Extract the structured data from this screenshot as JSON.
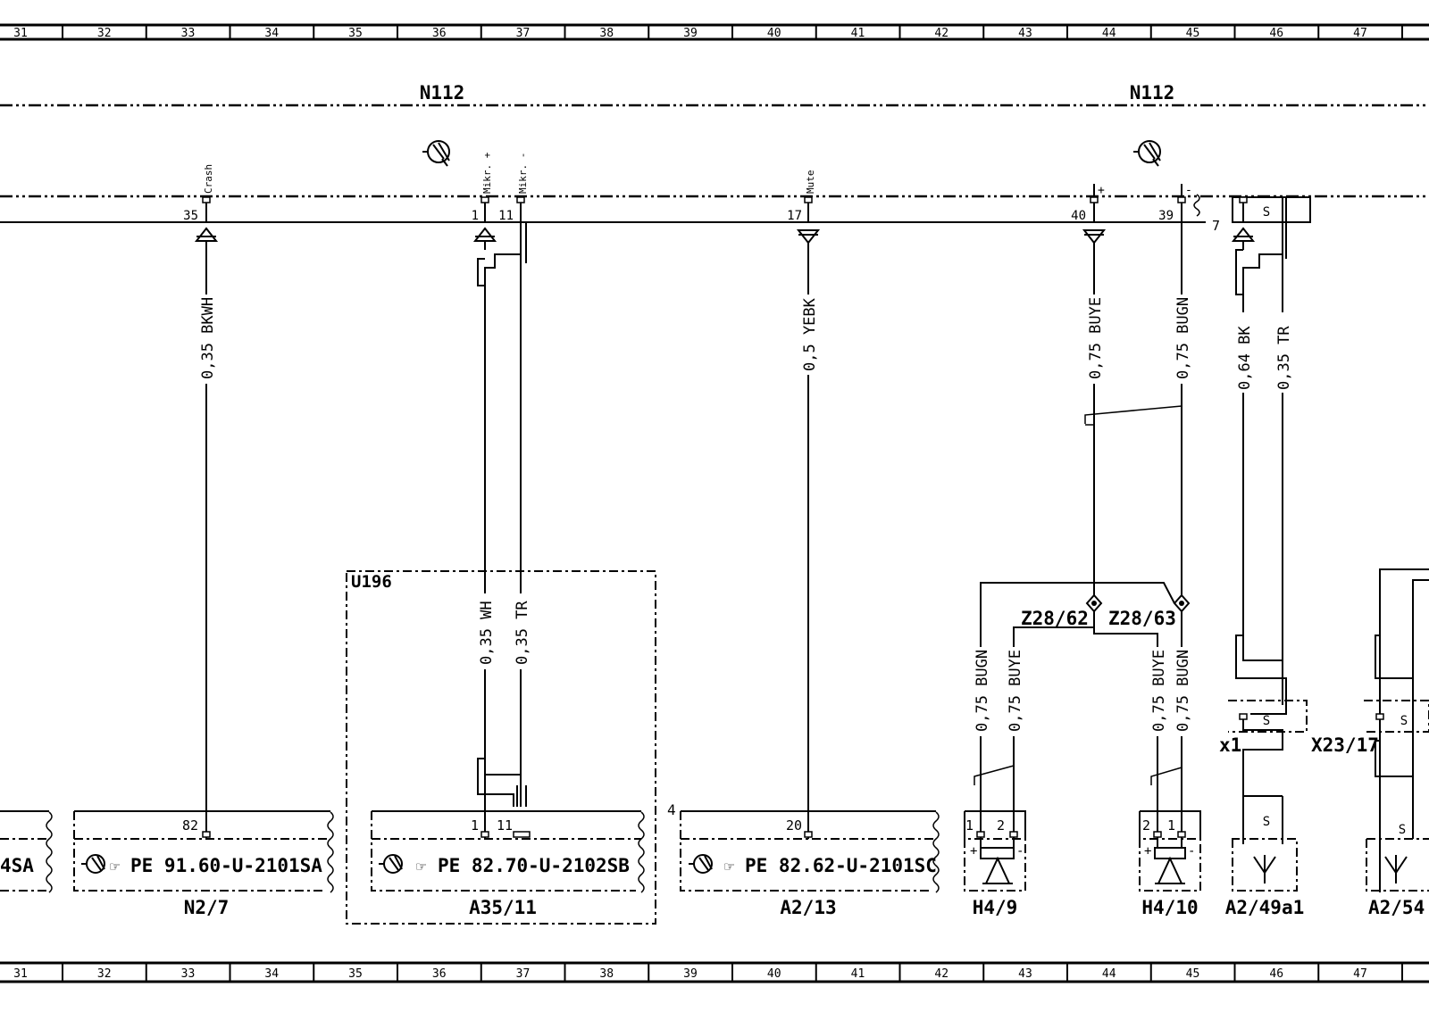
{
  "grid": [
    "31",
    "32",
    "33",
    "34",
    "35",
    "36",
    "37",
    "38",
    "39",
    "40",
    "41",
    "42",
    "43",
    "44",
    "45",
    "46",
    "47"
  ],
  "harness": [
    {
      "id": "n112_left",
      "label": "N112"
    },
    {
      "id": "n112_right",
      "label": "N112"
    }
  ],
  "pins": [
    {
      "id": "p35",
      "num": "35",
      "name": "Crash"
    },
    {
      "id": "p1",
      "num": "1",
      "name": "Mikr. +"
    },
    {
      "id": "p11",
      "num": "11",
      "name": "Mikr. -"
    },
    {
      "id": "p17",
      "num": "17",
      "name": "Mute"
    },
    {
      "id": "p40",
      "num": "40",
      "name": "+"
    },
    {
      "id": "p39",
      "num": "39",
      "name": "-"
    },
    {
      "id": "p7",
      "num": "7",
      "name": ""
    }
  ],
  "wires": [
    {
      "id": "w1",
      "label": "0,35 BKWH"
    },
    {
      "id": "w2",
      "label": "0,35 WH"
    },
    {
      "id": "w3",
      "label": "0,35 TR"
    },
    {
      "id": "w4",
      "label": "0,5 YEBK"
    },
    {
      "id": "w5",
      "label": "0,75 BUYE"
    },
    {
      "id": "w6",
      "label": "0,75 BUGN"
    },
    {
      "id": "w7",
      "label": "0,64 BK"
    },
    {
      "id": "w8",
      "label": "0,35 TR"
    },
    {
      "id": "w9",
      "label": "0,75 BUGN"
    },
    {
      "id": "w10",
      "label": "0,75 BUYE"
    },
    {
      "id": "w11",
      "label": "0,75 BUYE"
    },
    {
      "id": "w12",
      "label": "0,75 BUGN"
    }
  ],
  "splices": [
    "Z28/62",
    "Z28/63"
  ],
  "connectors": [
    "x1",
    "X23/17"
  ],
  "shield": "S",
  "group": "U196",
  "marker": "4",
  "components": [
    {
      "id": "partial",
      "label": "",
      "pe": "4SA",
      "pins": []
    },
    {
      "id": "n2_7",
      "label": "N2/7",
      "pe": "PE  91.60-U-2101SA",
      "pins": [
        "82"
      ]
    },
    {
      "id": "a35_11",
      "label": "A35/11",
      "pe": "PE  82.70-U-2102SB",
      "pins": [
        "1",
        "11"
      ]
    },
    {
      "id": "a2_13",
      "label": "A2/13",
      "pe": "PE  82.62-U-2101SC",
      "pins": [
        "20"
      ]
    },
    {
      "id": "h4_9",
      "label": "H4/9",
      "pe": "",
      "pins": [
        "1",
        "2"
      ]
    },
    {
      "id": "h4_10",
      "label": "H4/10",
      "pe": "",
      "pins": [
        "2",
        "1"
      ]
    },
    {
      "id": "a2_49a1",
      "label": "A2/49a1",
      "pe": "",
      "pins": []
    },
    {
      "id": "a2_54",
      "label": "A2/54",
      "pe": "",
      "pins": []
    }
  ]
}
